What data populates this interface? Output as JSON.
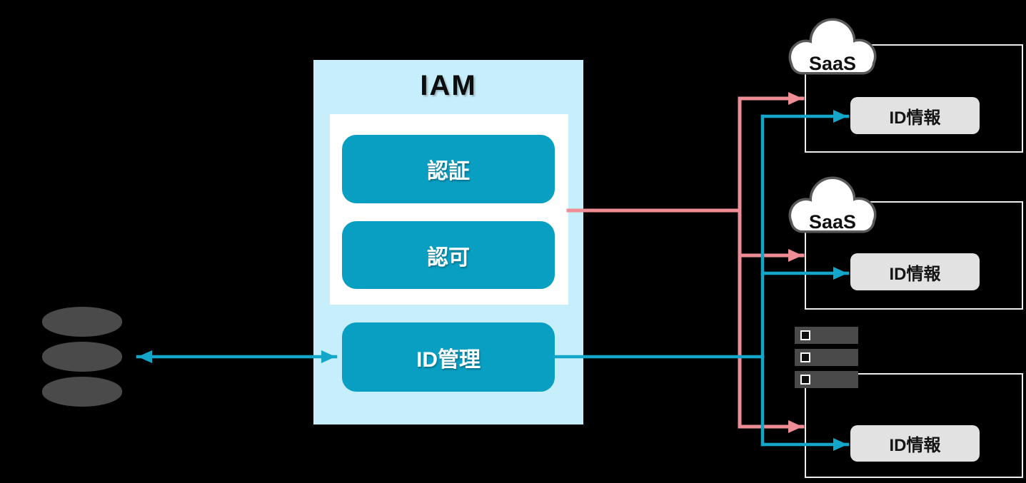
{
  "iam": {
    "title": "IAM",
    "modules": {
      "auth": "認証",
      "authz": "認可",
      "idm": "ID管理"
    }
  },
  "targets": [
    {
      "kind": "saas-cloud",
      "label": "SaaS",
      "id_box": "ID情報"
    },
    {
      "kind": "saas-cloud",
      "label": "SaaS",
      "id_box": "ID情報"
    },
    {
      "kind": "server-rack",
      "label": "",
      "id_box": "ID情報"
    }
  ],
  "icons": {
    "left": "database-cylinder-icon",
    "target_1": "cloud-icon",
    "target_2": "cloud-icon",
    "target_3": "server-rack-icon"
  },
  "colors": {
    "canvas_bg": "#000000",
    "iam_panel": "#c7eefb",
    "module_teal": "#089fc3",
    "line_teal": "#14a6c9",
    "line_pink": "#ef8d96",
    "icon_gray": "#4a4a4a",
    "zone_border": "#ececec",
    "id_box_bg": "#e2e2e2",
    "cloud_outline": "#595959"
  }
}
